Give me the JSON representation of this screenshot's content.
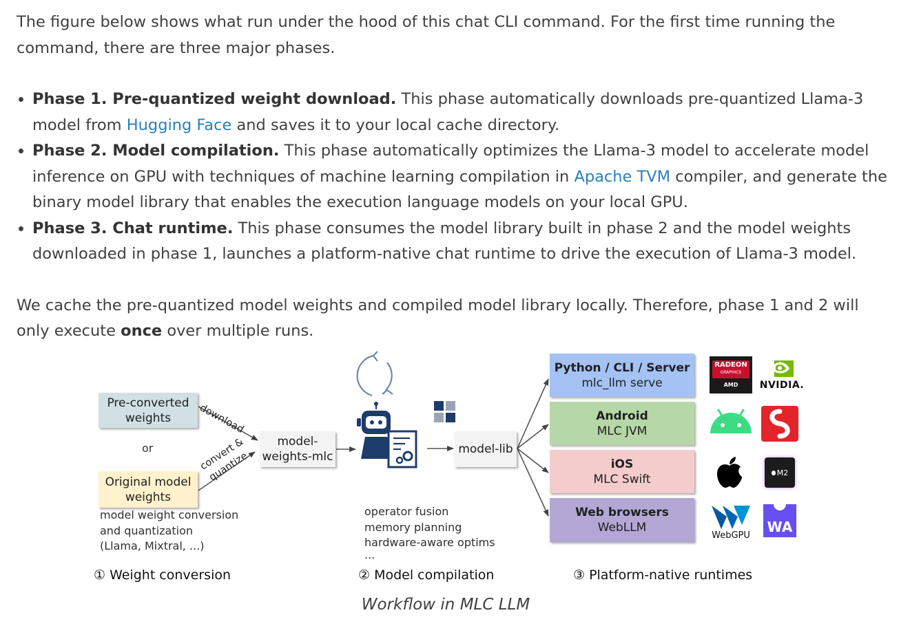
{
  "intro": {
    "text": "The figure below shows what run under the hood of this chat CLI command. For the first time running the command, there are three major phases."
  },
  "phases": [
    {
      "title": "Phase 1. Pre-quantized weight download.",
      "text_a": " This phase automatically downloads pre-quantized Llama-3 model from ",
      "link": "Hugging Face",
      "text_b": " and saves it to your local cache directory."
    },
    {
      "title": "Phase 2. Model compilation.",
      "text_a": " This phase automatically optimizes the Llama-3 model to accelerate model inference on GPU with techniques of machine learning compilation in ",
      "link": "Apache TVM",
      "text_b": " compiler, and generate the binary model library that enables the execution language models on your local GPU."
    },
    {
      "title": "Phase 3. Chat runtime.",
      "text_a": " This phase consumes the model library built in phase 2 and the model weights downloaded in phase 1, launches a platform-native chat runtime to drive the execution of Llama-3 model.",
      "link": "",
      "text_b": ""
    }
  ],
  "cache_note": {
    "text_a": "We cache the pre-quantized model weights and compiled model library locally. Therefore, phase 1 and 2 will only execute ",
    "bold": "once",
    "text_b": " over multiple runs."
  },
  "figure": {
    "preconverted": "Pre-converted weights",
    "or": "or",
    "original": "Original model weights",
    "download": "download",
    "convert_l1": "convert &",
    "convert_l2": "quantize",
    "model_weights_l1": "model-",
    "model_weights_l2": "weights-mlc",
    "model_lib": "model-lib",
    "conv_note": [
      "model weight conversion",
      "and quantization",
      "(Llama, Mixtral, ...)"
    ],
    "compile_note": [
      "operator fusion",
      "memory planning",
      "hardware-aware optims",
      "..."
    ],
    "platforms": [
      {
        "title": "Python / CLI / Server",
        "sub": "mlc_llm serve",
        "color": "#a4c2f4"
      },
      {
        "title": "Android",
        "sub": "MLC JVM",
        "color": "#b6d7a8"
      },
      {
        "title": "iOS",
        "sub": "MLC Swift",
        "color": "#f4cccc"
      },
      {
        "title": "Web browsers",
        "sub": "WebLLM",
        "color": "#b4a7d6"
      }
    ],
    "phase_labels": [
      "① Weight conversion",
      "② Model compilation",
      "③ Platform-native runtimes"
    ],
    "logos": {
      "radeon_l1": "RADEON",
      "radeon_l2": "GRAPHICS",
      "amd": "AMD",
      "nvidia": "NVIDIA.",
      "m2": "M2",
      "webgpu": "WebGPU",
      "wa": "WA"
    }
  },
  "caption": "Workflow in MLC LLM",
  "colors": {
    "link": "#2980b9",
    "preconverted": "#d0e0e3",
    "original": "#fff2cc",
    "nvidia_green": "#76b900",
    "android_green": "#3ddc84",
    "snapdragon_red": "#e3242b",
    "webgpu_blue": "#005a9c",
    "wasm_purple": "#654ff0"
  }
}
